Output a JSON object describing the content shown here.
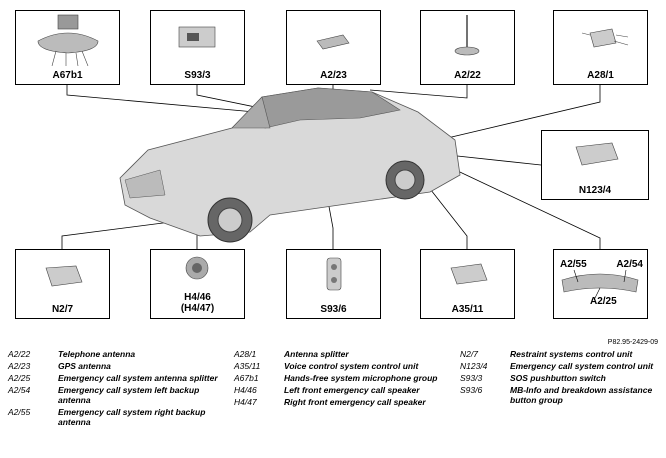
{
  "components_top": [
    {
      "code": "A67b1",
      "icon": "microphone-icon"
    },
    {
      "code": "S93/3",
      "icon": "sos-switch-icon"
    },
    {
      "code": "A2/23",
      "icon": "gps-antenna-icon"
    },
    {
      "code": "A2/22",
      "icon": "telephone-antenna-icon"
    },
    {
      "code": "A28/1",
      "icon": "antenna-splitter-icon"
    }
  ],
  "components_right": {
    "code": "N123/4",
    "icon": "control-unit-icon"
  },
  "components_bottom": [
    {
      "code": "N2/7",
      "icon": "control-unit-icon"
    },
    {
      "code": "H4/46",
      "code2": "(H4/47)",
      "icon": "speaker-icon"
    },
    {
      "code": "S93/6",
      "icon": "button-group-icon"
    },
    {
      "code": "A35/11",
      "icon": "control-unit-icon"
    },
    {
      "code_left": "A2/55",
      "code_right": "A2/54",
      "code_center": "A2/25",
      "icon": "bumper-antenna-icon"
    }
  ],
  "reference": "P82.95-2429-09",
  "legend": {
    "col1": [
      {
        "code": "A2/22",
        "desc": "Telephone antenna"
      },
      {
        "code": "A2/23",
        "desc": "GPS antenna"
      },
      {
        "code": "A2/25",
        "desc": "Emergency call system antenna splitter"
      },
      {
        "code": "A2/54",
        "desc": "Emergency call system left backup antenna"
      },
      {
        "code": "A2/55",
        "desc": "Emergency call system right backup antenna"
      }
    ],
    "col2": [
      {
        "code": "A28/1",
        "desc": "Antenna splitter"
      },
      {
        "code": "A35/11",
        "desc": "Voice control system control unit"
      },
      {
        "code": "A67b1",
        "desc": "Hands-free system microphone group"
      },
      {
        "code": "H4/46",
        "desc": "Left front emergency call speaker"
      },
      {
        "code": "H4/47",
        "desc": "Right front emergency call speaker"
      }
    ],
    "col3": [
      {
        "code": "N2/7",
        "desc": "Restraint systems control unit"
      },
      {
        "code": "N123/4",
        "desc": "Emergency call system control unit"
      },
      {
        "code": "S93/3",
        "desc": "SOS pushbutton switch"
      },
      {
        "code": "S93/6",
        "desc": "MB-Info and breakdown assistance button group"
      }
    ]
  }
}
